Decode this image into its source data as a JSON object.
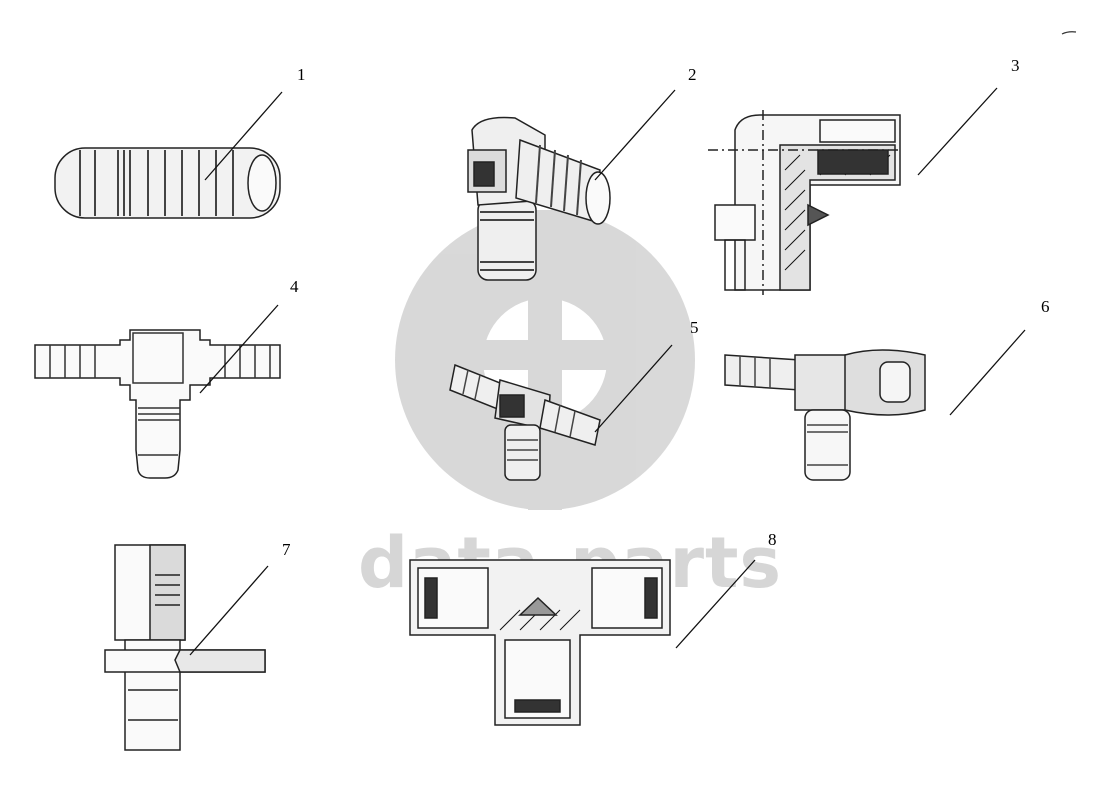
{
  "watermark": {
    "text": "data-parts",
    "color": "#d6d6d6"
  },
  "callouts": [
    "1",
    "2",
    "3",
    "4",
    "5",
    "6",
    "7",
    "8"
  ],
  "parts": [
    {
      "number": "1",
      "name": "straight-hose-connector"
    },
    {
      "number": "2",
      "name": "elbow-hose-connector"
    },
    {
      "number": "3",
      "name": "threaded-elbow-fitting-section"
    },
    {
      "number": "4",
      "name": "tee-connector-outline"
    },
    {
      "number": "5",
      "name": "tee-connector"
    },
    {
      "number": "6",
      "name": "tee-connector-with-clip"
    },
    {
      "number": "7",
      "name": "valve-fitting-section"
    },
    {
      "number": "8",
      "name": "tee-fitting-section"
    }
  ]
}
